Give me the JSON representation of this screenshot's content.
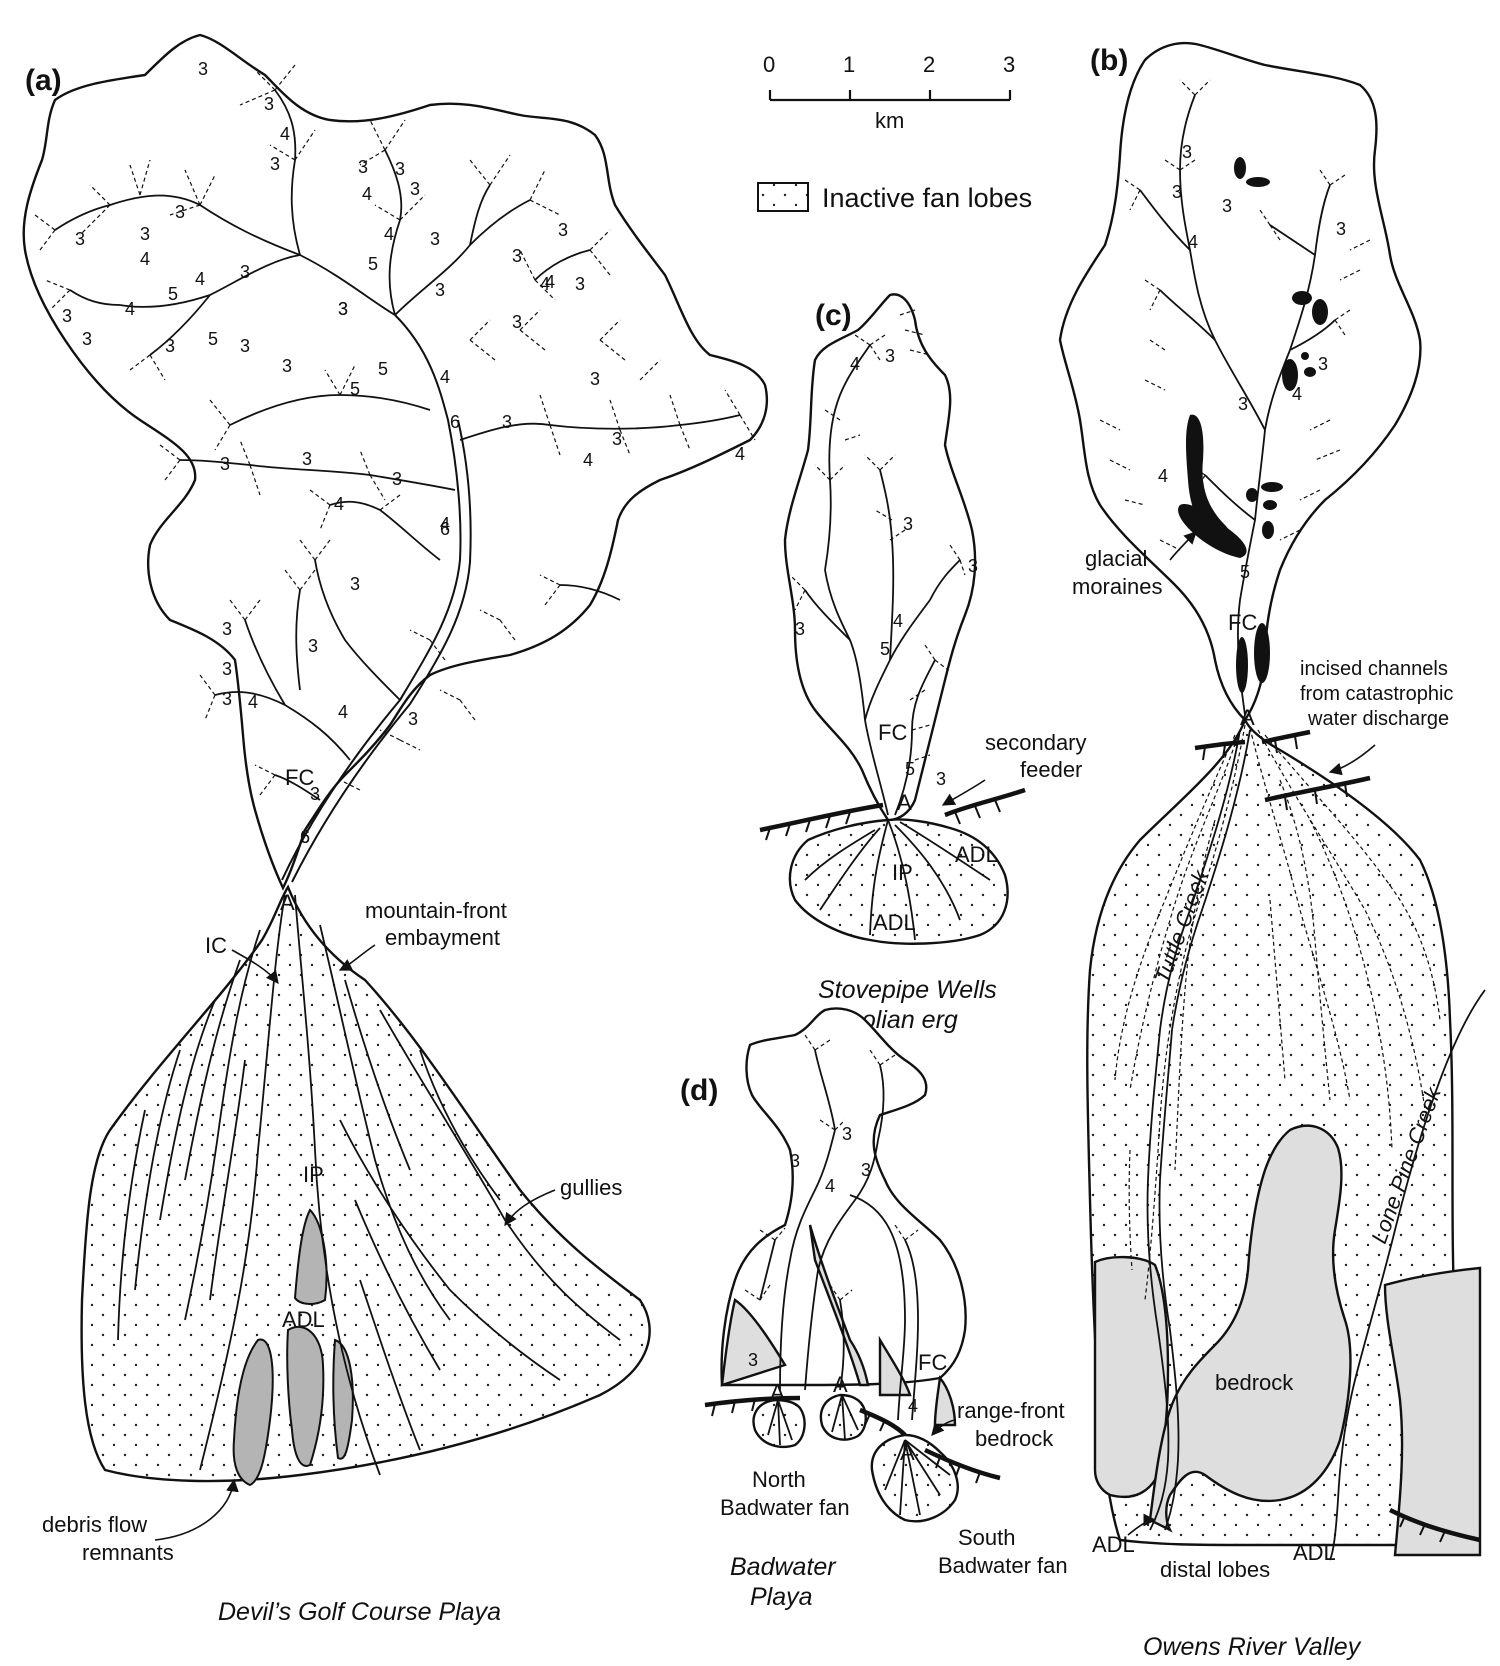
{
  "panels": {
    "a": {
      "tag": "(a)",
      "caption": "Devil’s Golf Course Playa",
      "orders": [
        "3",
        "3",
        "4",
        "3",
        "3",
        "4",
        "3",
        "3",
        "4",
        "5",
        "3",
        "3",
        "4",
        "5",
        "3",
        "3",
        "3",
        "4",
        "3",
        "3",
        "4",
        "5",
        "3",
        "5",
        "3",
        "3",
        "3",
        "3",
        "4",
        "3",
        "4",
        "5",
        "3",
        "3",
        "3",
        "4",
        "6",
        "3",
        "3",
        "3",
        "3",
        "3",
        "4",
        "4",
        "4",
        "6",
        "3",
        "3",
        "3",
        "3",
        "3",
        "4",
        "4",
        "3",
        "3",
        "3",
        "6"
      ],
      "labels": {
        "fc": "FC",
        "apex": "A",
        "ic": "IC",
        "ip": "IP",
        "adl": "ADL",
        "embayment_1": "mountain-front",
        "embayment_2": "embayment",
        "gullies": "gullies",
        "debris_1": "debris flow",
        "debris_2": "remnants"
      }
    },
    "b": {
      "tag": "(b)",
      "caption": "Owens River Valley",
      "orders": [
        "3",
        "3",
        "3",
        "4",
        "3",
        "3",
        "4",
        "3",
        "4",
        "5"
      ],
      "labels": {
        "fc": "FC",
        "apex": "A",
        "moraines_1": "glacial",
        "moraines_2": "moraines",
        "incised_1": "incised channels",
        "incised_2": "from catastrophic",
        "incised_3": "water discharge",
        "tuttle": "Tuttle Creek",
        "lonepine": "Lone Pine Creek",
        "bedrock": "bedrock",
        "adl_left": "ADL",
        "adl_right": "ADL",
        "distal": "distal lobes"
      }
    },
    "c": {
      "tag": "(c)",
      "caption_1": "Stovepipe Wells",
      "caption_2": "eolian erg",
      "orders": [
        "4",
        "3",
        "3",
        "3",
        "3",
        "4",
        "5",
        "5",
        "3"
      ],
      "labels": {
        "fc": "FC",
        "apex": "A",
        "ip": "IP",
        "adl_right": "ADL",
        "adl_bottom": "ADL",
        "secondary_1": "secondary",
        "secondary_2": "feeder"
      }
    },
    "d": {
      "tag": "(d)",
      "caption_1": "Badwater",
      "caption_2": "Playa",
      "orders": [
        "3",
        "3",
        "4",
        "3",
        "3",
        "4"
      ],
      "labels": {
        "fc": "FC",
        "apex_1": "A",
        "apex_2": "A",
        "apex_3": "A",
        "north_1": "North",
        "north_2": "Badwater fan",
        "south_1": "South",
        "south_2": "Badwater fan",
        "range_1": "range-front",
        "range_2": "bedrock"
      }
    }
  },
  "scale_bar": {
    "ticks": [
      "0",
      "1",
      "2",
      "3"
    ],
    "unit": "km"
  },
  "legend": {
    "label": "Inactive fan lobes"
  }
}
